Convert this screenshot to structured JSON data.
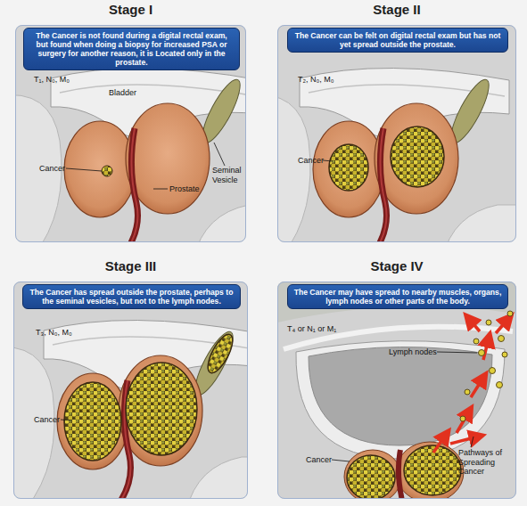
{
  "diagram": {
    "nodes": [
      {
        "text": [
          "Stage I"
        ]
      },
      {
        "text": [
          "The Cancer is not found during a digital rectal exam, but found when doing a biopsy for increased PSA or surgery for another reason, it is Located only in the prostate."
        ],
        "in": 0
      },
      {
        "text": [
          "Stage II"
        ]
      },
      {
        "text": [
          "The Cancer can be felt on digital rectal exam but has not yet spread outside the prostate."
        ],
        "in": 2
      },
      {
        "text": [
          "Stage III"
        ]
      },
      {
        "text": [
          "The Cancer has spread outside the prostate, perhaps to the seminal vesicles, but not to the lymph nodes."
        ],
        "in": 4
      },
      {
        "text": [
          "Stage IV"
        ]
      },
      {
        "text": [
          "The Cancer may have spread to nearby muscles, organs, lymph nodes or other parts of the body."
        ],
        "in": 6
      }
    ],
    "labels": [
      "T₁, N₀, M₀",
      "Bladder",
      "Cancer",
      "Seminal Vesicle",
      "Prostate",
      "T₂, N₀, M₀",
      "Cancer",
      "T₃, N₀, M₀",
      "Cancer",
      "T₄ or N₁ or M₁",
      "Lymph nodes",
      "Cancer",
      "Pathways of Spreading Cancer"
    ]
  }
}
